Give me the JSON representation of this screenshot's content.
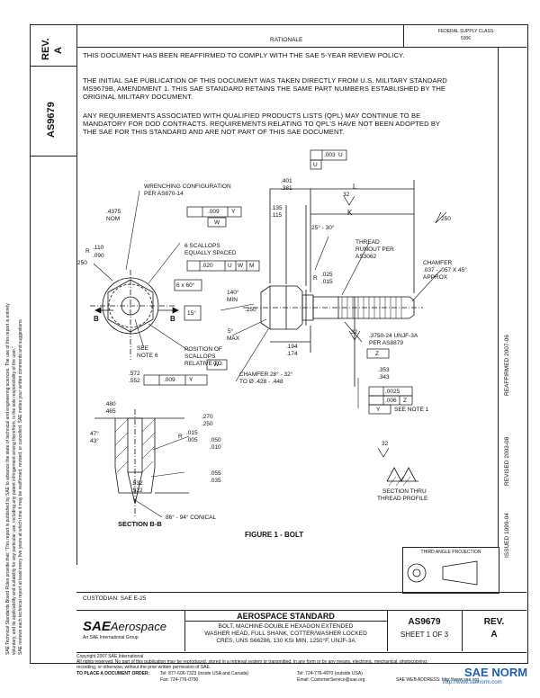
{
  "header": {
    "rev_label": "REV.",
    "rev_value": "A",
    "doc_number": "AS9679",
    "rationale_label": "RATIONALE",
    "federal_supply_class": "FEDERAL SUPPLY CLASS",
    "fsc_code": "5306"
  },
  "body": {
    "p1": "THIS DOCUMENT HAS BEEN REAFFIRMED TO COMPLY WITH THE SAE 5-YEAR REVIEW POLICY.",
    "p2a": "THE INITIAL SAE PUBLICATION OF THIS DOCUMENT WAS TAKEN DIRECTLY  FROM U.S. MILITARY STANDARD",
    "p2b": "MS9679B, AMENDMENT 1. THIS SAE STANDARD RETAINS THE SAME PART NUMBERS  ESTABLISHED BY THE",
    "p2c": "ORIGINAL MILITARY DOCUMENT.",
    "p3a": "ANY REQUIREMENTS ASSOCIATED WITH QUALIFIED PRODUCTS LISTS (QPL) MAY CONTINUE TO BE",
    "p3b": "MANDATORY FOR DOD CONTRACTS. REQUIREMENTS RELATING TO QPL'S HAVE NOT BEEN ADOPTED BY",
    "p3c": "THE SAE FOR THIS STANDARD AND ARE NOT PART OF THIS SAE DOCUMENT."
  },
  "drawing": {
    "wrenching": "WRENCHING CONFIGURATION",
    "per_as870": "PER AS870-14",
    "dim_4375": ".4375",
    "nom": "NOM",
    "fc_009": ".009",
    "datum_y": "Y",
    "datum_w": "W",
    "r_110": ".110",
    "r_label": "R",
    "r_090": ".090",
    "angle_250": "250",
    "scallops_6": "6 SCALLOPS",
    "equally_spaced": "EQUALLY SPACED",
    "fc_020": ".020",
    "fc_u": "U",
    "fc_w": "W",
    "fc_m": "M",
    "six_x_60": "6 x 60°",
    "fifteen_deg": "15°",
    "section_b_arrow": "B",
    "see_note_6a": "SEE",
    "see_note_6b": "NOTE 6",
    "pos_scallops_a": "POSITION OF",
    "pos_scallops_b": "SCALLOPS",
    "relative_to": "RELATIVE TO",
    "dim_572": ".572",
    "dim_552": ".552",
    "dim_401": ".401",
    "dim_381": ".381",
    "fc_003": ".003",
    "fc_u2": "U",
    "dim_l": "L",
    "dim_k": "K",
    "roughness_32": "32",
    "dim_135": ".135",
    "dim_115": ".115",
    "deg_25_30": "25° - 30°",
    "thread_runout_a": "THREAD",
    "thread_runout_b": "RUNOUT PER",
    "thread_runout_c": "AS3062",
    "chamfer_a": "CHAMFER",
    "chamfer_b": ".037 - .057 X 45°",
    "chamfer_c": "APPROX",
    "r_025": ".025",
    "r_015": ".015",
    "deg_140": "140°",
    "min": "MIN",
    "dim_250": ".250",
    "deg_5": "5°",
    "max": "MAX",
    "dim_194": ".194",
    "dim_174": ".174",
    "thread_spec": ".3750-24 UNJF-3A",
    "per_as8879": "PER AS8879",
    "datum_z": "Z",
    "chamfer_28_a": "CHAMFER 28° - 32°",
    "chamfer_28_b": "TO  Ø .428 - .448",
    "dim_353": ".353",
    "dim_343": ".343",
    "fc_0025": ".0025",
    "fc_006": ".006",
    "fc_z": "Z",
    "see_note_1": "SEE NOTE 1",
    "dim_480": ".480",
    "dim_465": ".465",
    "deg_47": "47°",
    "deg_43": "43°",
    "dim_270": ".270",
    "dim_250b": ".250",
    "r_015b": ".015",
    "r_005": ".005",
    "dim_050": ".050",
    "dim_010": ".010",
    "dim_055": ".055",
    "dim_035": ".035",
    "dim_532": ".532",
    "dim_522": ".522",
    "conical": "86° - 94° CONICAL",
    "section_bb": "SECTION  B-B",
    "figure_caption": "FIGURE 1 - BOLT",
    "section_thru_a": "SECTION THRU",
    "section_thru_b": "THREAD PROFILE"
  },
  "right_margin": {
    "reaffirmed": "REAFFIRMED 2007-06",
    "revised": "REVISED 2003-08",
    "issued": "ISSUED 1999-04"
  },
  "left_margin": {
    "line1": "SAE Technical Standards Board Rules provide that: \"This report is published by SAE to advance the state of technical and engineering sciences. The use of this report is entirely",
    "line2": "voluntary, and its applicability and suitability for any particular use, including any patent infringement arising therefrom, is the sole responsibility of the user.\"",
    "line3": "SAE reviews each technical report at least every five years at which time it may be reaffirmed, revised, or cancelled. SAE invites your written comments and suggestions."
  },
  "third_angle": "THIRD ANGLE PROJECTION",
  "custodian": "CUSTODIAN:  SAE E-25",
  "title_block": {
    "logo_sae": "SAE",
    "logo_aerospace": "Aerospace",
    "logo_sub": "An SAE International Group",
    "standard": "AEROSPACE STANDARD",
    "desc1": "BOLT, MACHINE-DOUBLE HEXAGON EXTENDED",
    "desc2": "WASHER HEAD, FULL SHANK, COTTER/WASHER LOCKED",
    "desc3": "CRES, UNS S66286, 130 KSI MIN, 1250°F, UNJF-3A",
    "number": "AS9679",
    "sheet": "SHEET 1 OF 3",
    "rev_label": "REV.",
    "rev_value": "A"
  },
  "footer": {
    "copyright": "Copyright 2007 SAE International",
    "rights1": "All rights reserved. No part of this publication may be reproduced, stored in a retrieval system or transmitted, in any form or by any means, electronic, mechanical, photocopying,",
    "rights2": "recording, or otherwise, without the prior written permission of SAE.",
    "place_order": "TO PLACE A DOCUMENT ORDER:",
    "tel1": "Tel: 877-606-7323 (inside USA and Canada)",
    "tel2": "Tel: 724-776-4970 (outside USA)",
    "fax": "Fax: 724-776-0790",
    "email": "Email: CustomerService@sae.org",
    "web": "SAE WEB ADDRESS: http://www.sae.org"
  },
  "watermark": {
    "name": "SAE NORM",
    "url": "http://www.saenorm.com"
  },
  "colors": {
    "watermark": "#1f5fb4",
    "ink": "#111111"
  }
}
